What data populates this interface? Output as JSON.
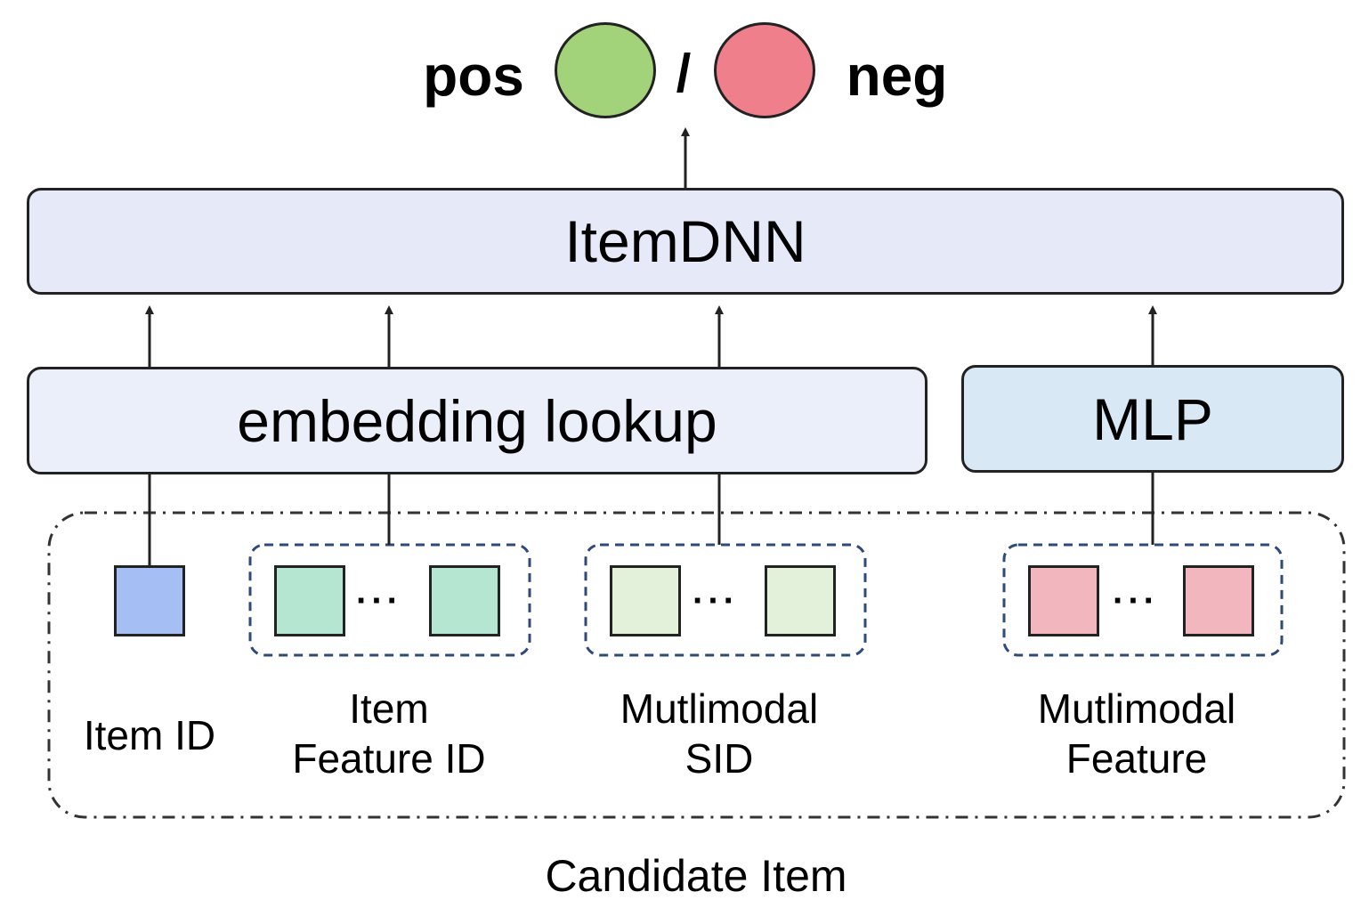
{
  "output": {
    "pos_label": "pos",
    "separator": "/",
    "neg_label": "neg",
    "pos_color": "#a2d27a",
    "neg_color": "#ee7f8b"
  },
  "item_dnn": {
    "label": "ItemDNN",
    "fill": "#e5e9f8"
  },
  "embedding": {
    "label": "embedding lookup",
    "fill": "#eaeff9"
  },
  "mlp": {
    "label": "MLP",
    "fill": "#d9e8f5"
  },
  "candidate": {
    "title": "Candidate Item",
    "features": [
      {
        "lines": [
          "Item ID"
        ],
        "color": "#a5bff5"
      },
      {
        "lines": [
          "Item",
          "Feature ID"
        ],
        "color": "#b5e6d2",
        "ellipsis": "···"
      },
      {
        "lines": [
          "Mutlimodal",
          "SID"
        ],
        "color": "#e3f0da",
        "ellipsis": "···"
      },
      {
        "lines": [
          "Mutlimodal",
          "Feature"
        ],
        "color": "#f2b6bf",
        "ellipsis": "···"
      }
    ]
  }
}
